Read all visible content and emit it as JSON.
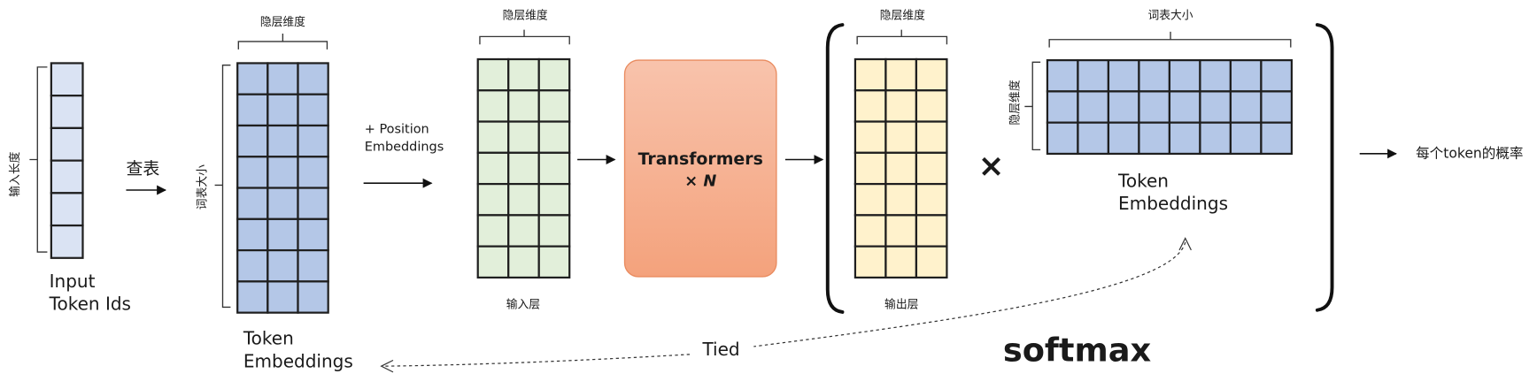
{
  "input_ids": {
    "label_line1": "Input",
    "label_line2": "Token Ids",
    "length_label": "输入长度"
  },
  "lookup": {
    "label": "查表"
  },
  "token_embeddings": {
    "hidden_dim_label": "隐层维度",
    "vocab_size_label": "词表大小",
    "label_line1": "Token",
    "label_line2": "Embeddings"
  },
  "position": {
    "line1": "+ Position",
    "line2": "Embeddings"
  },
  "input_layer": {
    "hidden_dim_label": "隐层维度",
    "label": "输入层"
  },
  "transformers": {
    "title": "Transformers",
    "times": "× ",
    "n": "N"
  },
  "output_layer": {
    "hidden_dim_label": "隐层维度",
    "label": "输出层"
  },
  "multiply": "×",
  "tied_embeddings": {
    "vocab_size_label": "词表大小",
    "hidden_dim_label": "隐层维度",
    "label_line1": "Token",
    "label_line2": "Embeddings"
  },
  "output": {
    "label": "每个token的概率"
  },
  "softmax": "softmax",
  "tied": "Tied",
  "colors": {
    "input_ids_fill": "#dae3f3",
    "embedding_fill": "#b4c7e7",
    "input_layer_fill": "#e2efda",
    "output_layer_fill": "#fff2cc",
    "transformer_top": "#f8c3ac",
    "transformer_bottom": "#f4a27c",
    "transformer_border": "#e98b5f",
    "grid_line": "#1f1f1f"
  }
}
